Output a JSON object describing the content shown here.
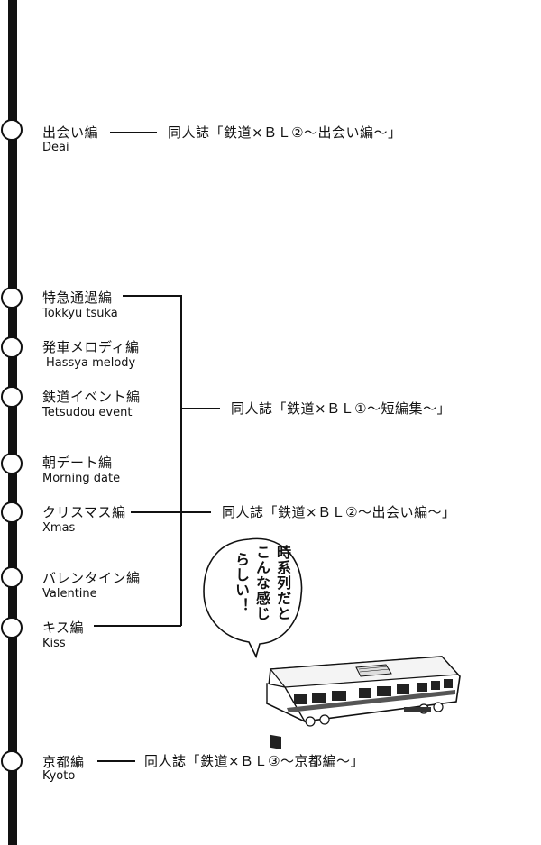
{
  "stations": [
    {
      "id": "deai",
      "jp": "出会い編",
      "en": "Deai"
    },
    {
      "id": "tokkyu",
      "jp": "特急通過編",
      "en": "Tokkyu tsuka"
    },
    {
      "id": "hassya",
      "jp": "発車メロディ編",
      "en": "Hassya melody"
    },
    {
      "id": "tetsudou",
      "jp": "鉄道イベント編",
      "en": "Tetsudou event"
    },
    {
      "id": "morning",
      "jp": "朝デート編",
      "en": "Morning date"
    },
    {
      "id": "xmas",
      "jp": "クリスマス編",
      "en": "Xmas"
    },
    {
      "id": "valentine",
      "jp": "バレンタイン編",
      "en": "Valentine"
    },
    {
      "id": "kiss",
      "jp": "キス編",
      "en": "Kiss"
    },
    {
      "id": "kyoto",
      "jp": "京都編",
      "en": "Kyoto"
    }
  ],
  "books": {
    "book2_top": "同人誌「鉄道×ＢＬ②〜出会い編〜」",
    "book1": "同人誌「鉄道×ＢＬ①〜短編集〜」",
    "book2_xmas": "同人誌「鉄道×ＢＬ②〜出会い編〜」",
    "book3": "同人誌「鉄道×ＢＬ③〜京都編〜」"
  },
  "bubble": {
    "lines": [
      "時系列だと",
      "こんな感じ",
      "らしい！"
    ]
  }
}
